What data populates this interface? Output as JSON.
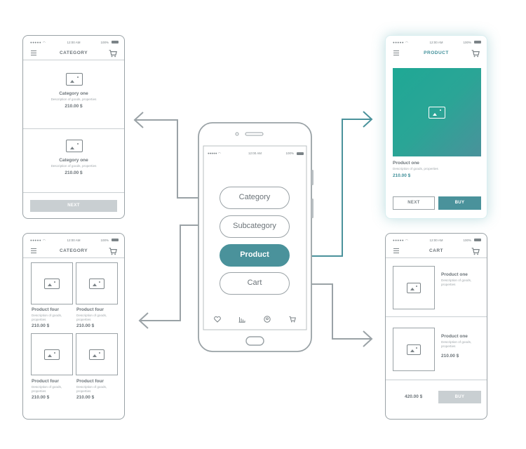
{
  "status": {
    "time": "12:00 AM",
    "battery": "100%",
    "signal": "●●●●● ◠"
  },
  "center_phone": {
    "status_time": "12:00 AM",
    "status_battery": "100%",
    "menu": [
      "Category",
      "Subcategory",
      "Product",
      "Cart"
    ],
    "active": "Product",
    "tab_icons": [
      "heart-icon",
      "chart-bars-icon",
      "profile-icon",
      "cart-icon"
    ]
  },
  "category_screen": {
    "title": "CATEGORY",
    "items": [
      {
        "name": "Category one",
        "desc": "Description of goods, properties",
        "price": "210.00 $"
      },
      {
        "name": "Category one",
        "desc": "Description of goods, properties",
        "price": "210.00 $"
      }
    ],
    "next_label": "NEXT"
  },
  "category_grid_screen": {
    "title": "CATEGORY",
    "items": [
      {
        "name": "Product four",
        "desc": "Description of goods, properties",
        "price": "210.00 $"
      },
      {
        "name": "Product four",
        "desc": "Description of goods, properties",
        "price": "210.00 $"
      },
      {
        "name": "Product four",
        "desc": "Description of goods, properties",
        "price": "210.00 $"
      },
      {
        "name": "Product four",
        "desc": "Description of goods, properties",
        "price": "210.00 $"
      }
    ]
  },
  "product_screen": {
    "title": "PRODUCT",
    "name": "Product one",
    "desc": "Description of goods, properties",
    "price": "210.00 $",
    "next_label": "NEXT",
    "buy_label": "BUY",
    "image_color": "#2aa596"
  },
  "cart_screen": {
    "title": "CART",
    "items": [
      {
        "name": "Product one",
        "desc": "Description of goods, properties",
        "price": ""
      },
      {
        "name": "Product one",
        "desc": "Description of goods, properties",
        "price": "210.00 $"
      }
    ],
    "total": "420.00 $",
    "buy_label": "BUY"
  },
  "colors": {
    "accent": "#4a929b",
    "line": "#9aa2a6",
    "text": "#6b7378"
  }
}
